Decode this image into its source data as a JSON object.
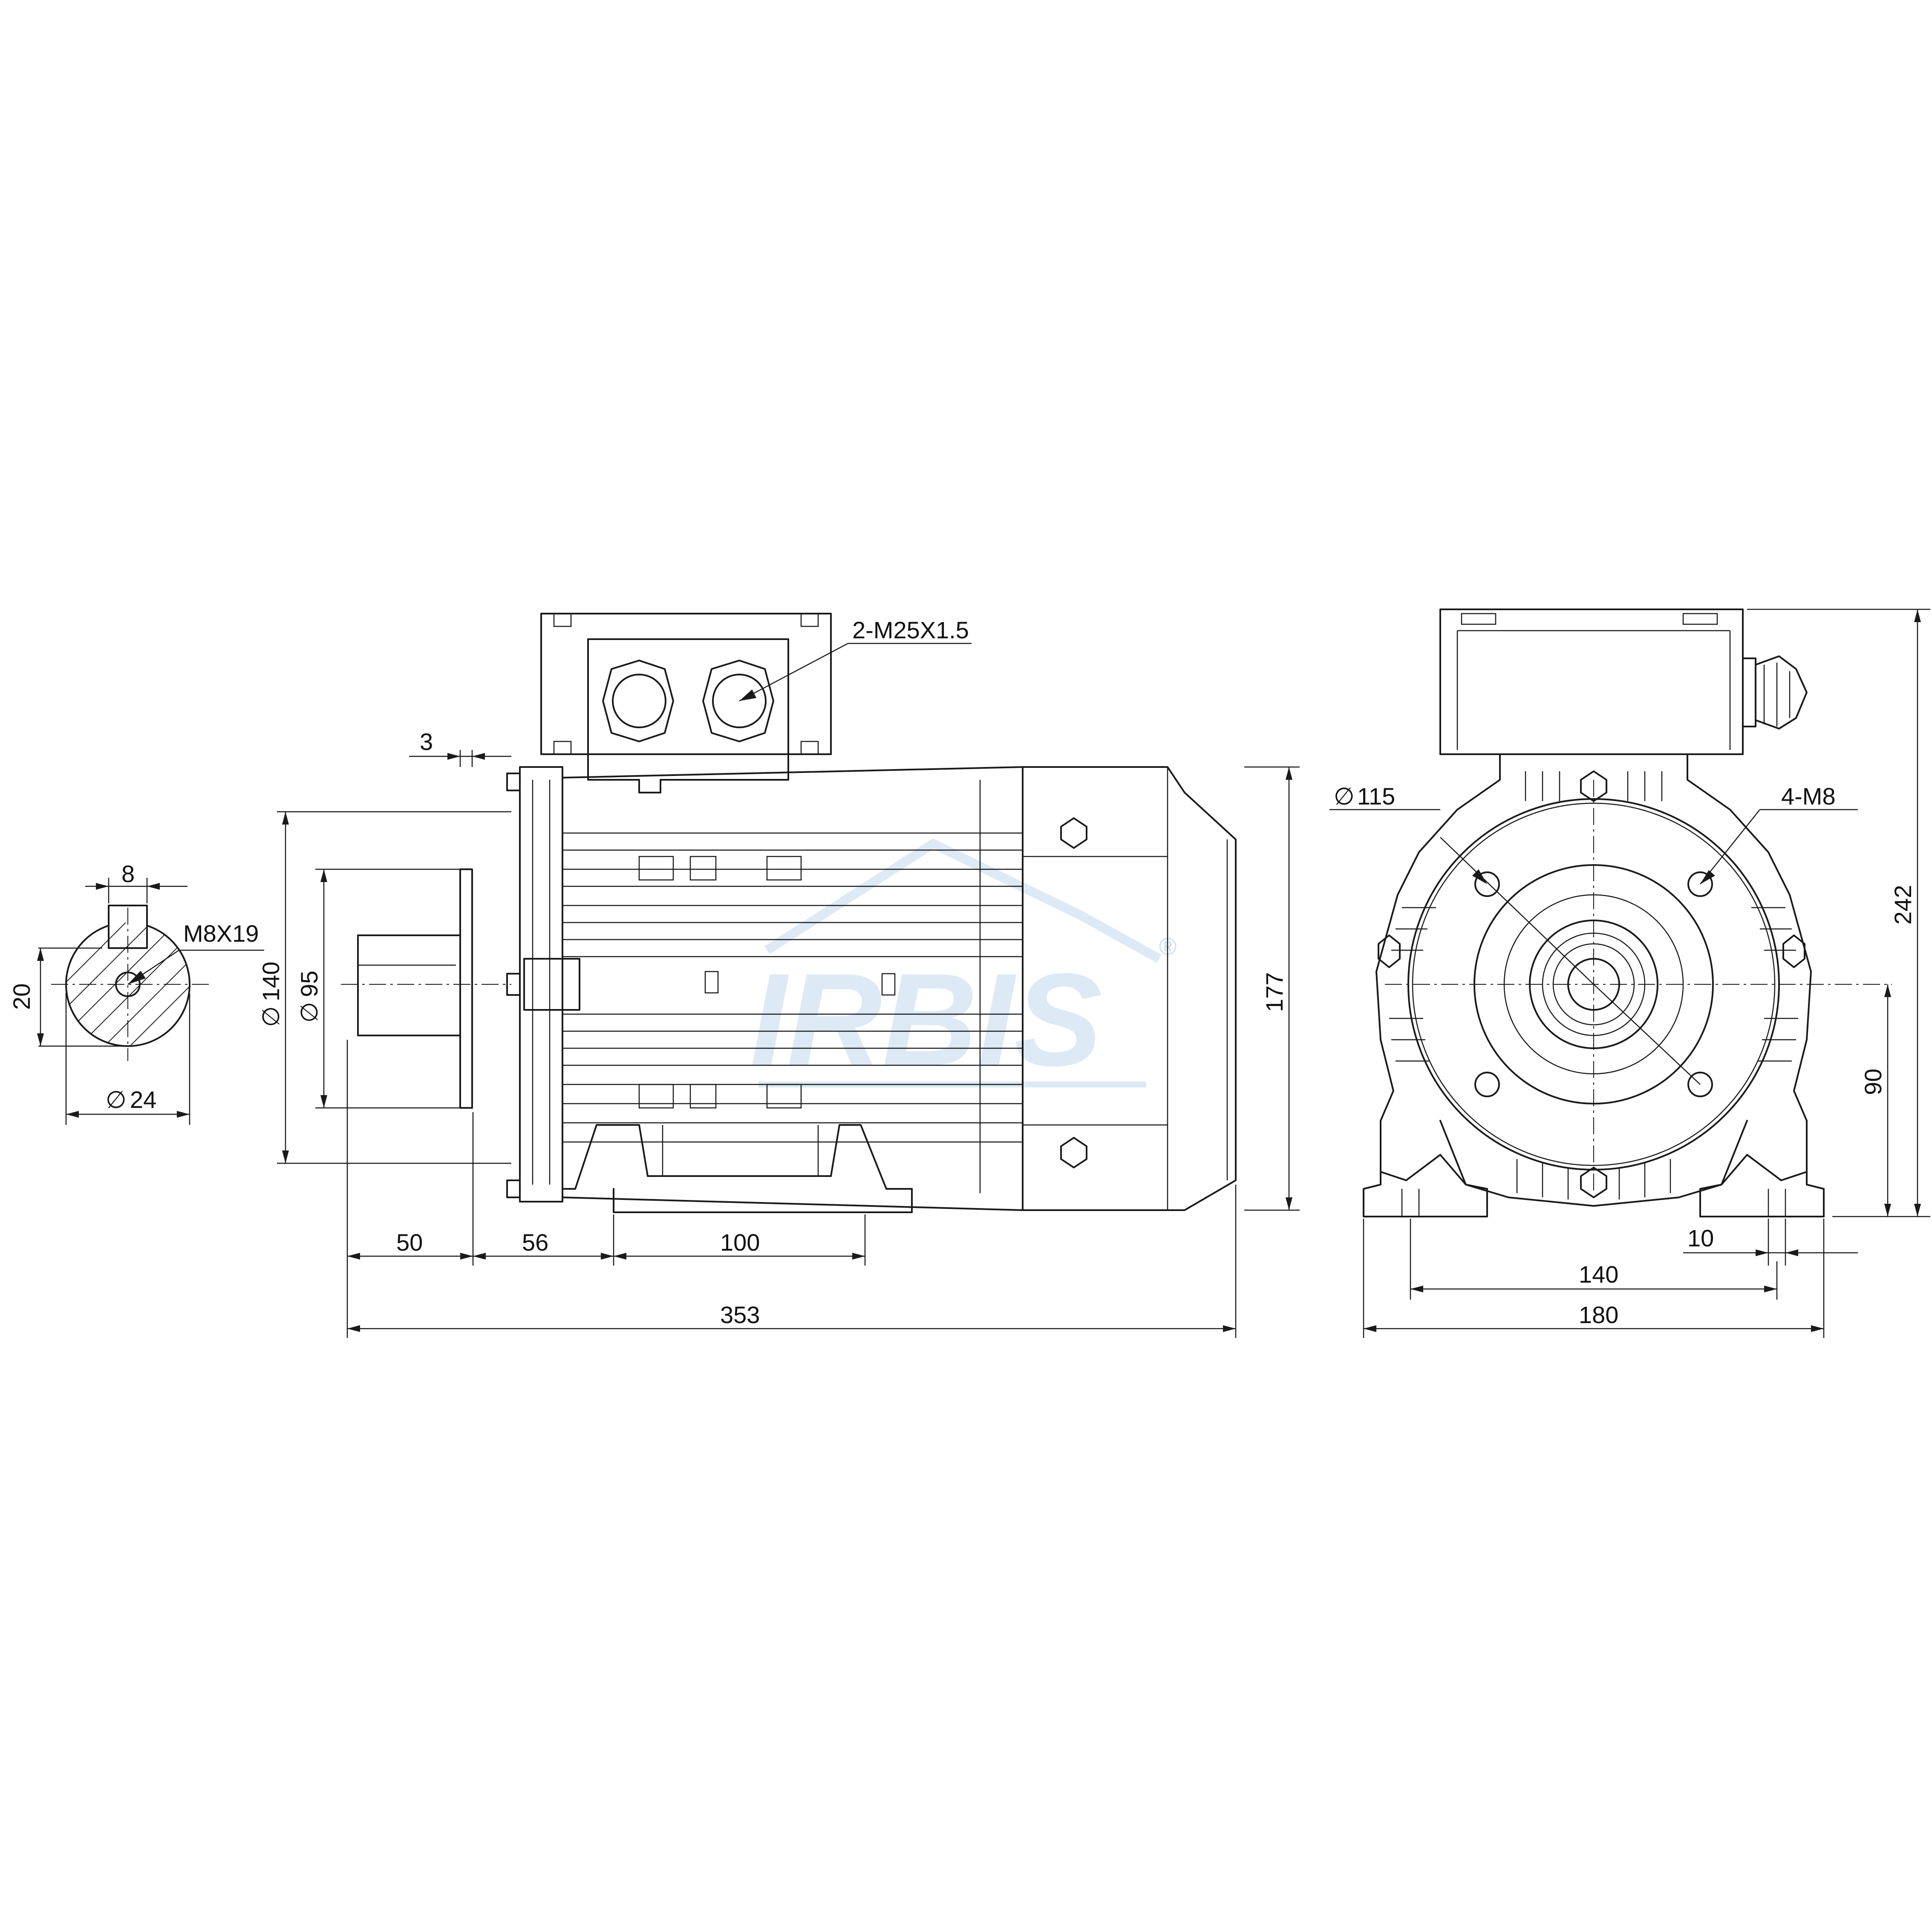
{
  "watermark": {
    "brand": "IRBIS",
    "mark": "®",
    "color": "#c7dcee"
  },
  "key_section": {
    "key_width": "8",
    "thread": "M8X19",
    "key_height": "20",
    "shaft_dia_sym": "∅",
    "shaft_dia": "24"
  },
  "side_view": {
    "cable_glands": "2-M25X1.5",
    "flange_thickness": "3",
    "flange_dia_sym": "∅",
    "flange_dia": "140",
    "spigot_dia_sym": "∅",
    "spigot_dia": "95",
    "height_axis": "177",
    "shaft_length": "50",
    "foot_offset": "56",
    "foot_spacing": "100",
    "total_length": "353"
  },
  "end_view": {
    "pcd_sym": "∅",
    "pcd": "115",
    "holes": "4-M8",
    "total_height": "242",
    "shaft_height": "90",
    "foot_hole": "10",
    "foot_span": "140",
    "total_width": "180"
  }
}
